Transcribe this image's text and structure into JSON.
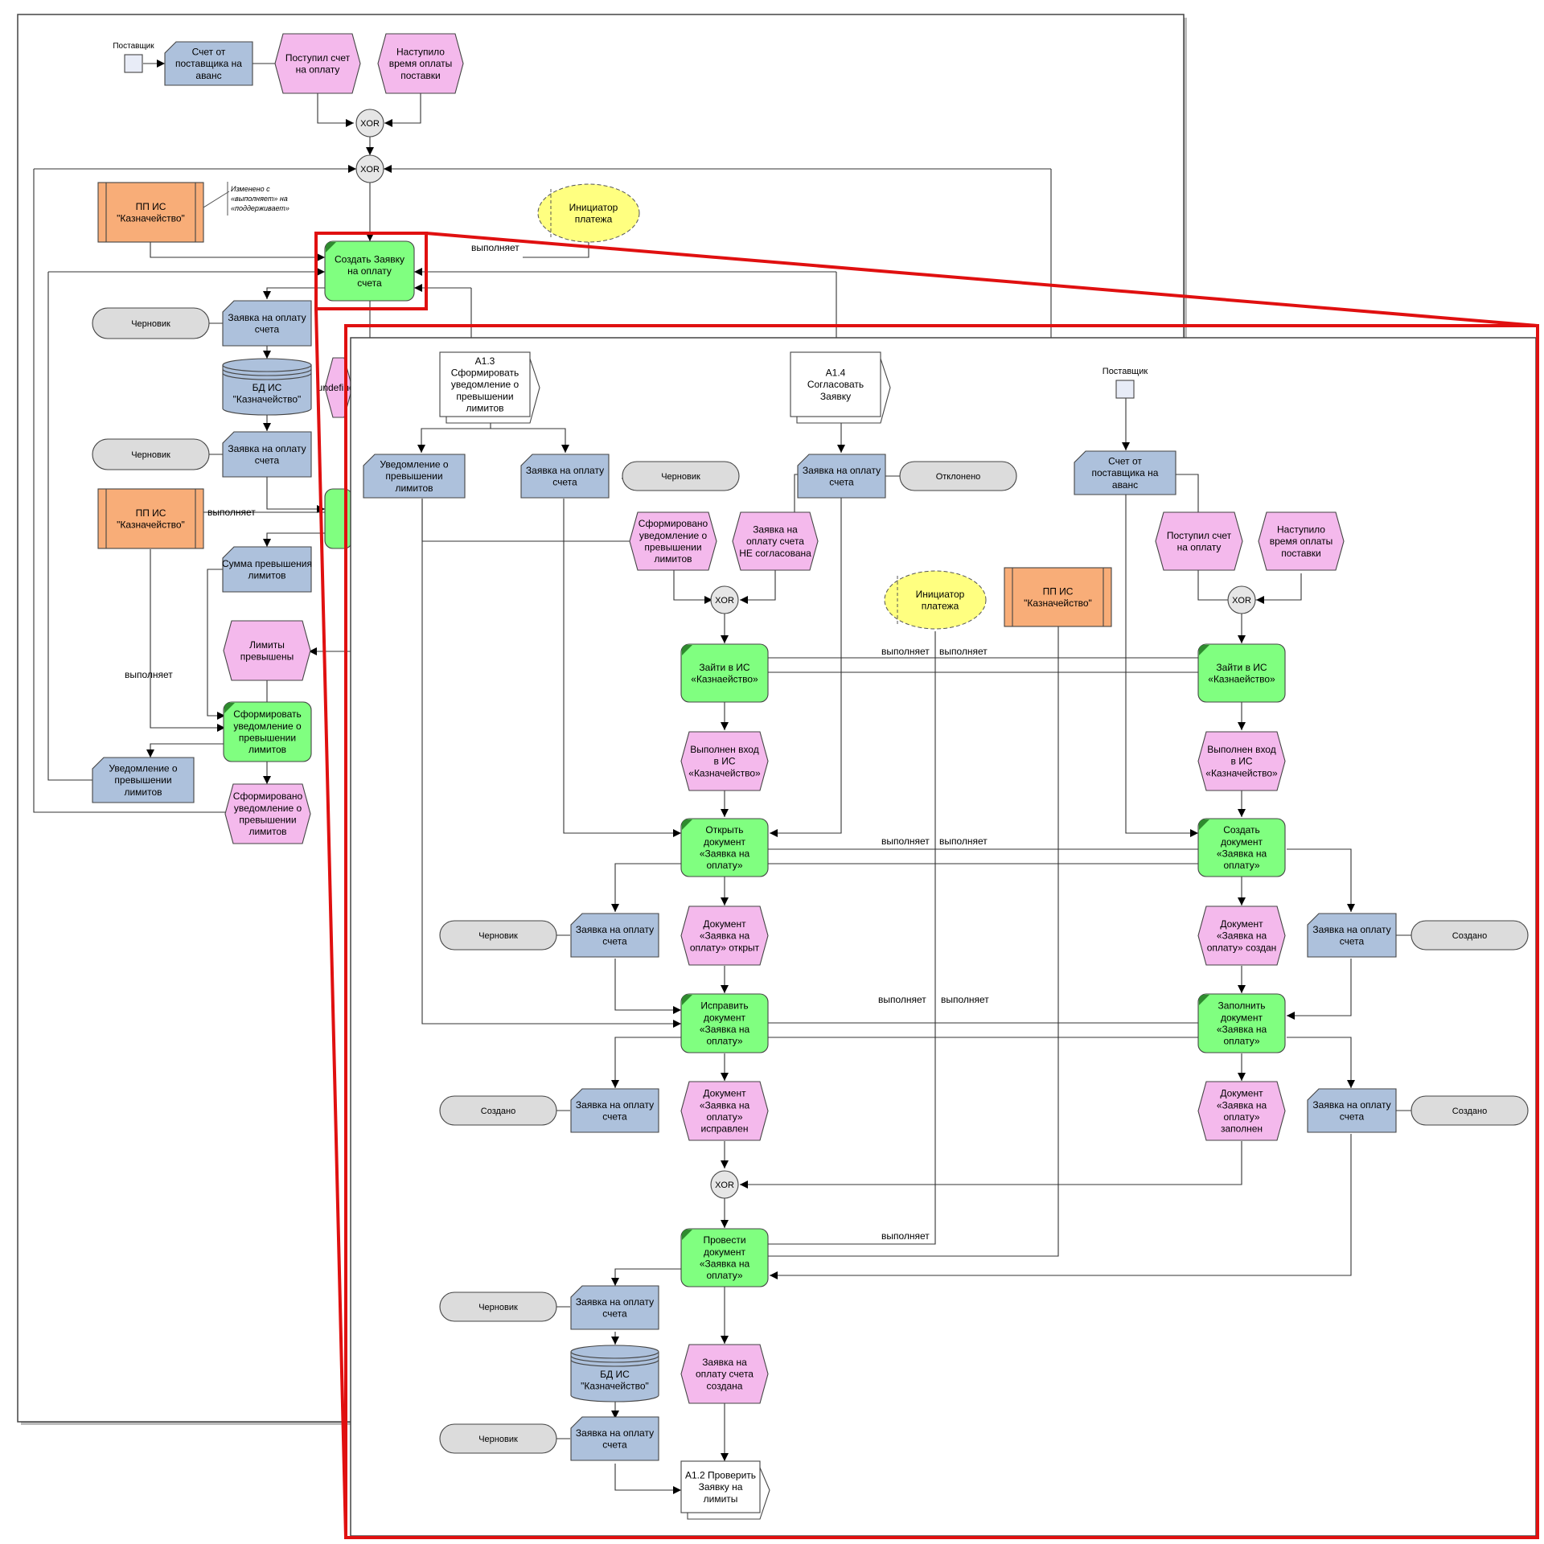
{
  "colors": {
    "function": "#80ff80",
    "event": "#f4b9ec",
    "info": "#adc1dc",
    "role": "#f8ad78",
    "status": "#dcdcdc",
    "initiator": "#ffff80",
    "highlight": "#e01010"
  },
  "labels": {
    "supplier": "Поставщик",
    "draft": "Черновик",
    "rejected": "Отклонено",
    "created_status": "Создано",
    "performs": "выполняет",
    "xor": "XOR",
    "note": "Изменено с «выполняет» на «поддерживает»"
  },
  "nodes": {
    "bg_invoice": "Счет от поставщика на аванс",
    "bg_received": "Поступил счет на оплату",
    "bg_time": "Наступило время оплаты поставки",
    "bg_pp1": "ПП ИС \"Казначейство\"",
    "bg_initiator": "Инициатор платежа",
    "bg_create": "Создать Заявку на оплату счета",
    "bg_req1": "Заявка на оплату счета",
    "bg_db": "БД ИС \"Казначейство\"",
    "bg_req2": "Заявка на оплату счета",
    "bg_pp2": "ПП ИС \"Казначейство\"",
    "bg_sum": "Сумма превышения лимитов",
    "bg_limits": "Лимиты превышены",
    "bg_formfn": "Сформировать уведомление о превышении лимитов",
    "bg_notice": "Уведомление о превышении лимитов",
    "bg_formed": "Сформировано уведомление о превышении лимитов",
    "a13": "А1.3 Сформировать уведомление о превышении лимитов",
    "a14": "А1.4 Согласовать Заявку",
    "notice": "Уведомление о превышении лимитов",
    "req_draft": "Заявка на оплату счета",
    "req_rej": "Заявка на оплату счета",
    "invoice": "Счет от поставщика на аванс",
    "formed": "Сформировано уведомление о превышении лимитов",
    "not_agreed": "Заявка на оплату счета НЕ согласована",
    "received": "Поступил счет на оплату",
    "time": "Наступило время оплаты поставки",
    "initiator": "Инициатор платежа",
    "pp": "ПП ИС \"Казначейство\"",
    "login_l": "Зайти в ИС «Казнаейство»",
    "login_r": "Зайти в ИС «Казнаейство»",
    "logged_l": "Выполнен вход в ИС «Казначейство»",
    "logged_r": "Выполнен вход в ИС «Казначейство»",
    "open": "Открыть документ «Заявка на оплату»",
    "create": "Создать документ «Заявка на оплату»",
    "opened": "Документ «Заявка на оплату» открыт",
    "created": "Документ «Заявка на оплату» создан",
    "req_a": "Заявка на оплату счета",
    "req_b": "Заявка на оплату счета",
    "fix": "Исправить документ «Заявка на оплату»",
    "fill": "Заполнить документ «Заявка на оплату»",
    "fixed": "Документ «Заявка на оплату» исправлен",
    "filled": "Документ «Заявка на оплату» заполнен",
    "req_c": "Заявка на оплату счета",
    "req_d": "Заявка на оплату счета",
    "post": "Провести документ «Заявка на оплату»",
    "req_e": "Заявка на оплату счета",
    "db": "БД ИС \"Казначейство\"",
    "req_f": "Заявка на оплату счета",
    "done": "Заявка на оплату счета создана",
    "a12": "А1.2 Проверить Заявку на лимиты"
  }
}
